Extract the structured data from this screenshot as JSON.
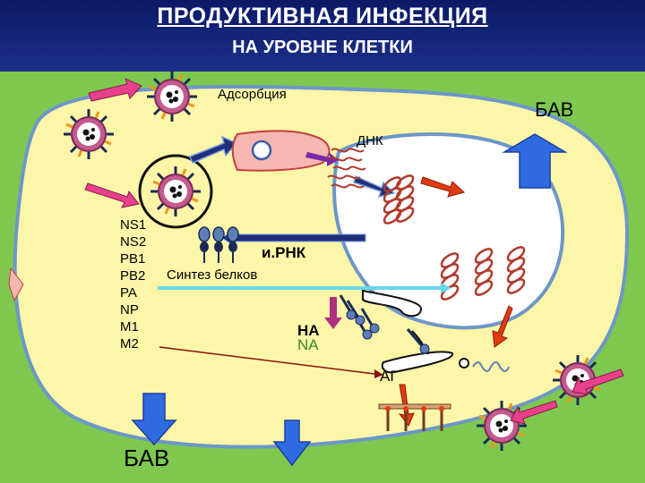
{
  "header": {
    "title": "ПРОДУКТИВНАЯ ИНФЕКЦИЯ",
    "subtitle": "НА УРОВНЕ КЛЕТКИ"
  },
  "labels": {
    "adsorption": "Адсорбция",
    "bav_top": "БАВ",
    "dna": "ДНК",
    "mrna": "и.РНК",
    "protein_synthesis": "Синтез белков",
    "ha": "НА",
    "na": "NA",
    "ag": "АГ",
    "bav_bottom": "БАВ"
  },
  "proteins": [
    "NS1",
    "NS2",
    "PB1",
    "PB2",
    "PA",
    "NP",
    "M1",
    "M2"
  ],
  "colors": {
    "background": "#7ec850",
    "header": "#13237a",
    "cell": "#fdf6a8",
    "membrane": "#6d97c8",
    "nucleus": "#ffffff",
    "arrow_pink": "#e8408a",
    "arrow_navy": "#1f2f7a",
    "arrow_blue": "#2f6be0",
    "arrow_red": "#e23a10",
    "dna": "#b13a2c"
  }
}
